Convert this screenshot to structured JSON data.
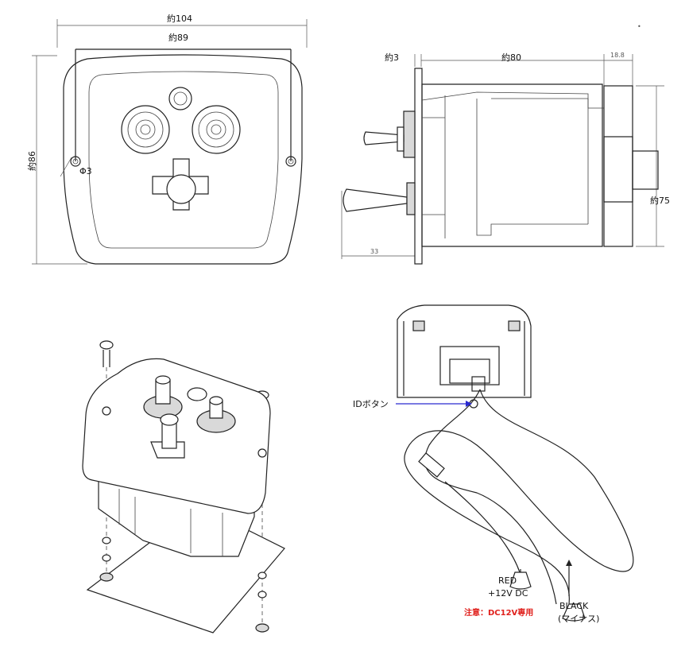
{
  "front_view": {
    "width_label": "約104",
    "hole_spacing_label": "約89",
    "height_label": "約86",
    "hole_label": "Φ3"
  },
  "side_view": {
    "flange_label": "約3",
    "depth_label": "約80",
    "small_label": "18.8",
    "height_label": "約75",
    "lever_label": "33"
  },
  "wiring": {
    "id_button_label": "IDボタン",
    "red_label": "RED",
    "voltage_label": "+12V DC",
    "black_label": "BLACK",
    "minus_label": "(マイナス)",
    "note_label": "注意：DC12V専用",
    "note_color": "#e0201c",
    "arrow_color": "#2a2ad0"
  }
}
